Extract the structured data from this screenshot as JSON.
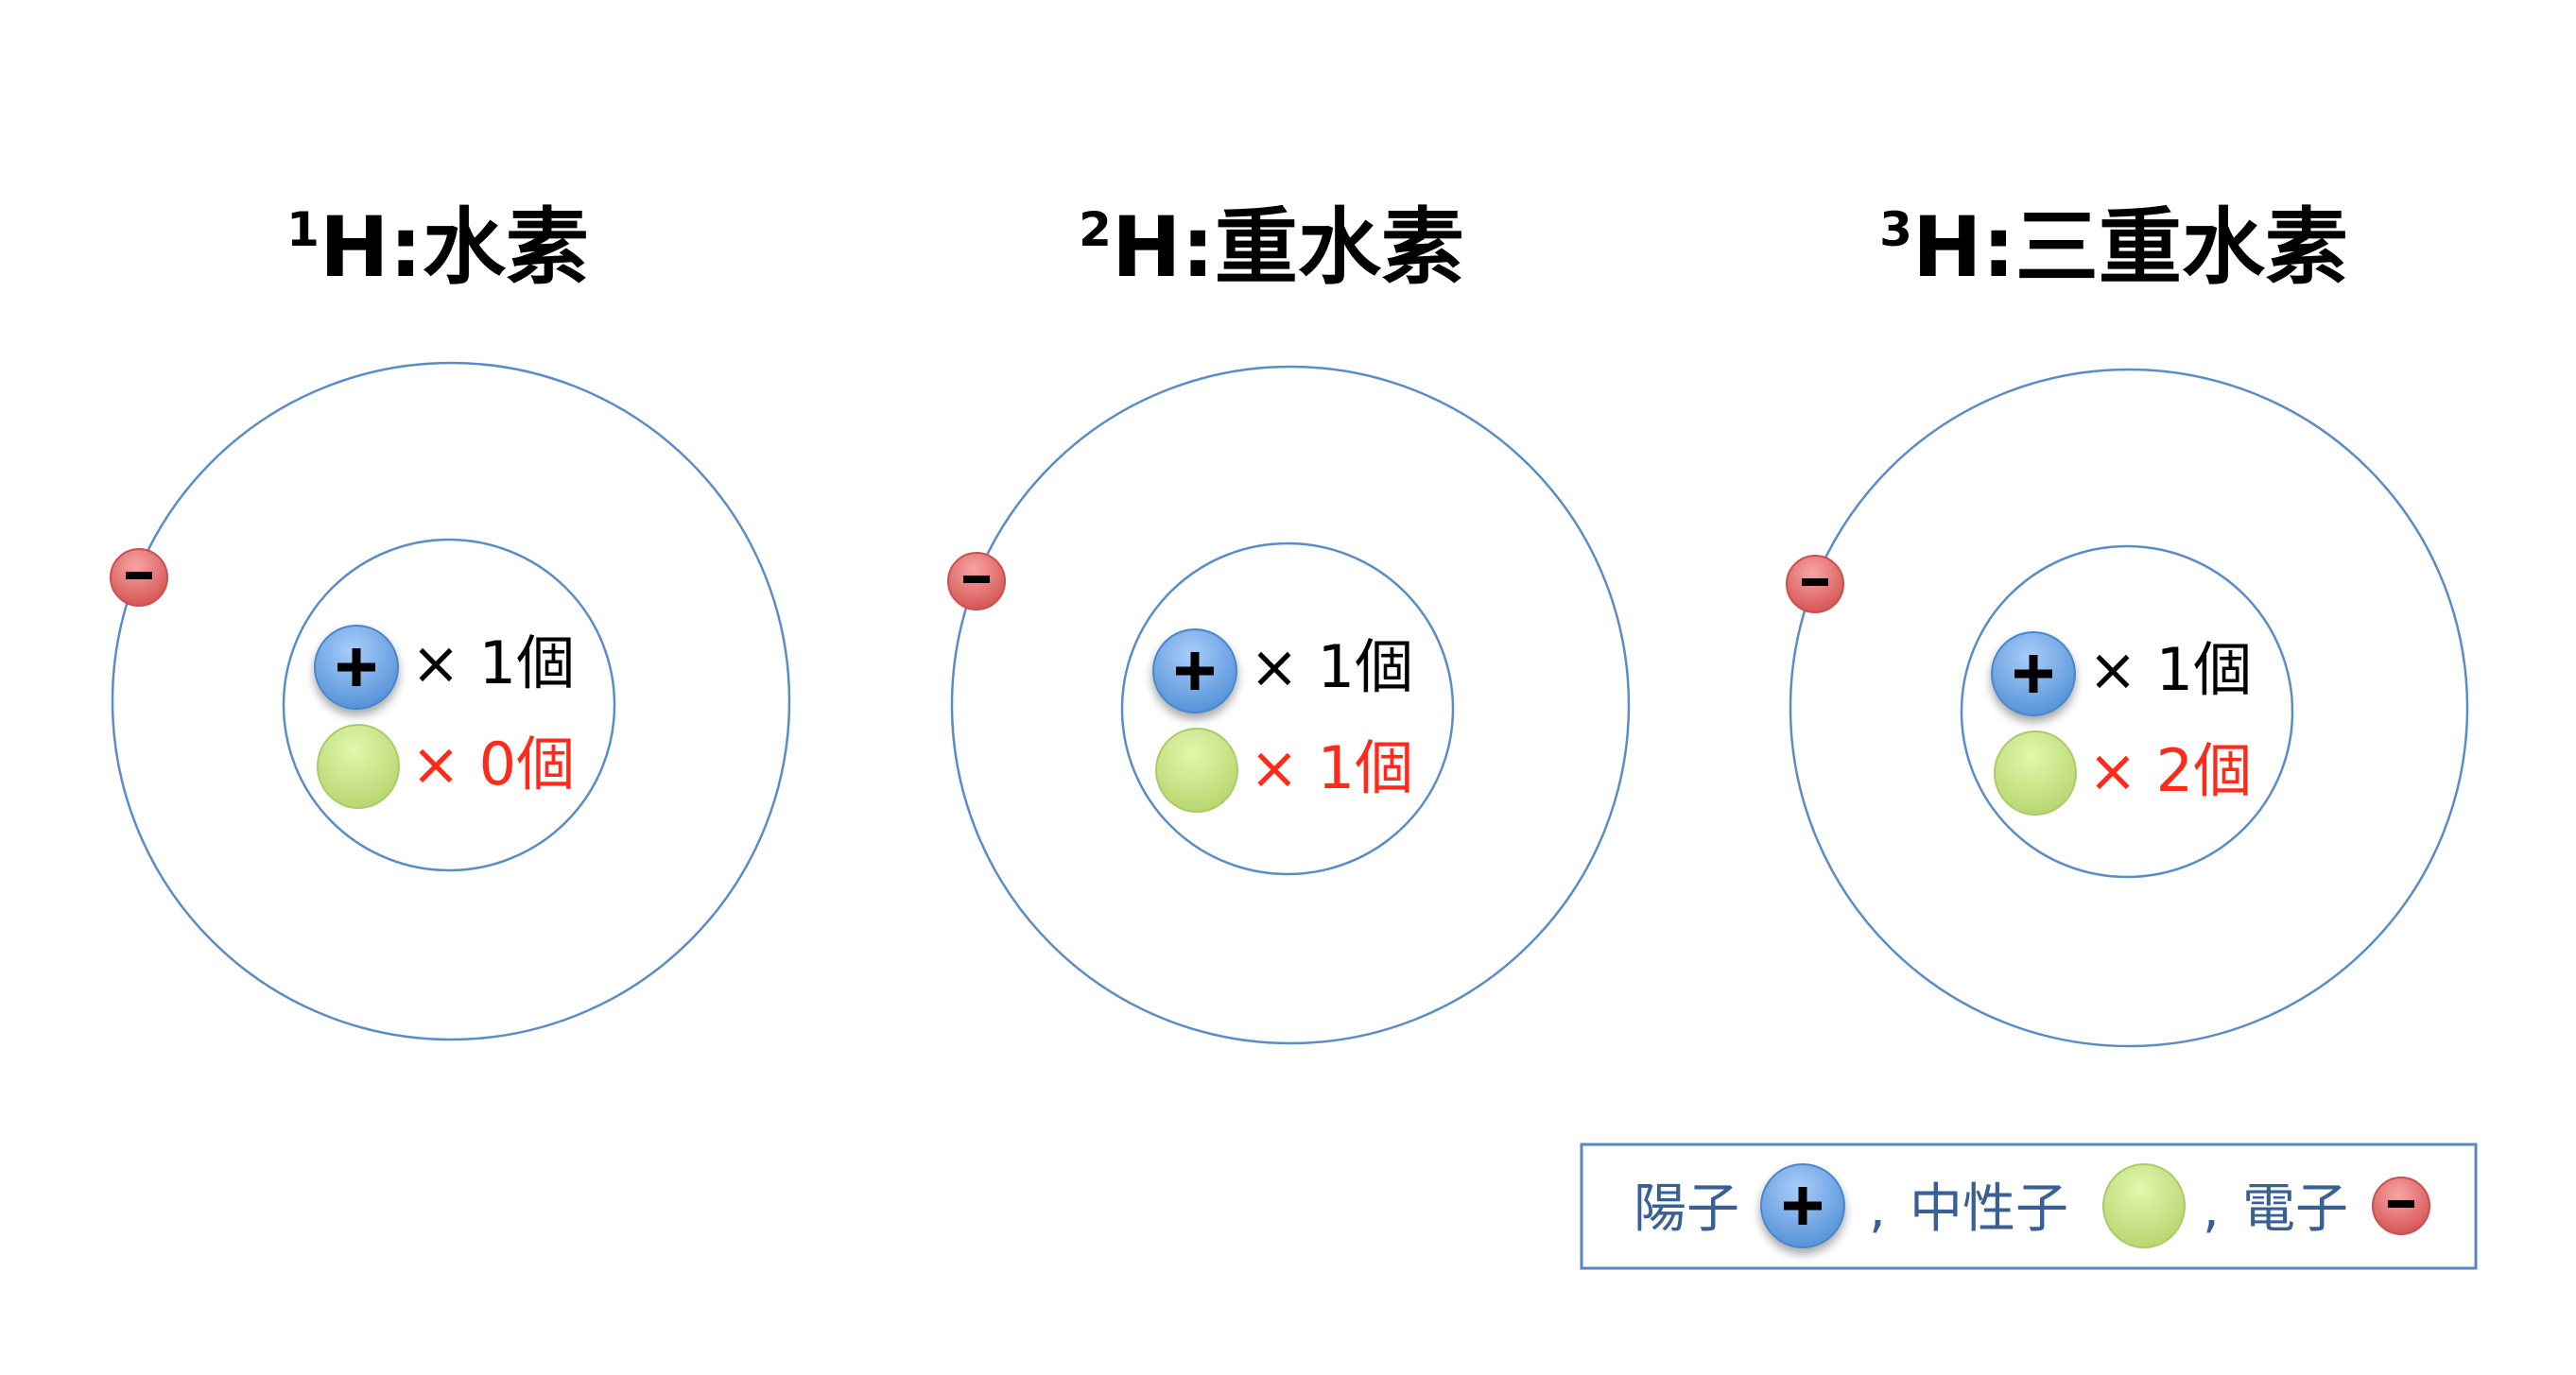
{
  "colors": {
    "orbit": "#5b8cc6",
    "proton": "#5b9ae0",
    "neutron": "#c4e08a",
    "electron": "#e06464",
    "neutron_count_text": "#ff2a1a",
    "legend_text": "#3a5f94"
  },
  "atoms": [
    {
      "mass_number": "1",
      "symbol": "H",
      "separator": ":",
      "name": "水素",
      "proton_count": "× 1個",
      "neutron_count": "× 0個"
    },
    {
      "mass_number": "2",
      "symbol": "H",
      "separator": ":",
      "name": "重水素",
      "proton_count": "× 1個",
      "neutron_count": "× 1個"
    },
    {
      "mass_number": "3",
      "symbol": "H",
      "separator": ":",
      "name": "三重水素",
      "proton_count": "× 1個",
      "neutron_count": "× 2個"
    }
  ],
  "legend": {
    "proton_label": "陽子",
    "neutron_label": "中性子",
    "electron_label": "電子",
    "separator": ","
  },
  "icons": {
    "proton": "plus-icon",
    "electron": "minus-icon"
  }
}
